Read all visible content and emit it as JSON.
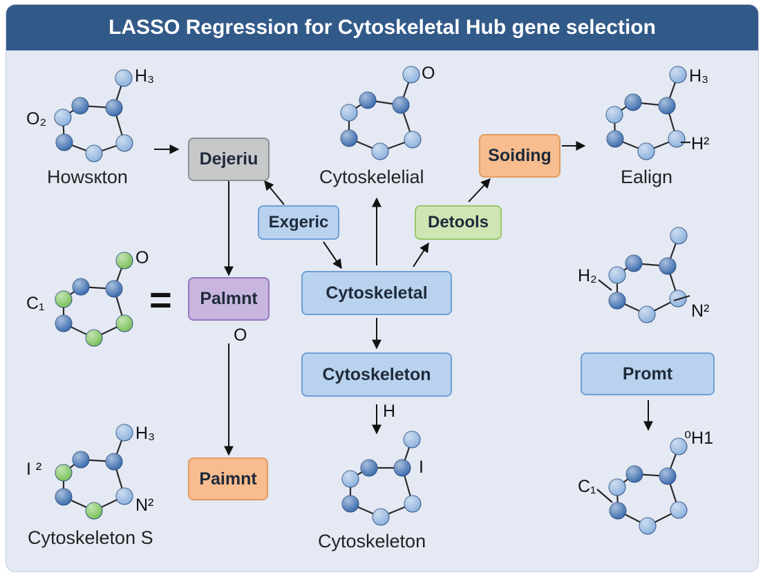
{
  "title": "LASSO Regression for Cytoskeletal Hub gene selection",
  "boxes": {
    "dejeriu": "Dejeriu",
    "exgeric": "Exgeric",
    "palmnt": "Palmnt",
    "paimnt": "Paimnt",
    "cytoskeletal": "Cytoskeletal",
    "cytoskeleton": "Cytoskeleton",
    "soiding": "Soiding",
    "detools": "Detools",
    "promt": "Promt"
  },
  "captions": {
    "howkton": "Howsкton",
    "cytoskelelial": "Cytoskelelial",
    "ealign": "Ealign",
    "cytoskeleton_s": "Cytoskeleton S",
    "cytoskeleton_bottom": "Cytoskeleton"
  },
  "atom_labels": {
    "m1_h3": "H₃",
    "m1_o2": "O₂",
    "m2_o": "O",
    "m3_h3": "H₃",
    "m3_h2": "H²",
    "m4_o": "O",
    "m4_c1": "C₁",
    "equals": "=",
    "m5_h2": "H₂",
    "m5_n2": "N²",
    "m6_h3": "H₃",
    "m6_i2": "I ²",
    "m6_n2": "N²",
    "m7_i": "I",
    "m8_oh1": "⁰H1",
    "m8_c1": "C₁",
    "palmnt_o": "O",
    "h_label": "H"
  },
  "colors": {
    "title_bar": "#325a89",
    "background": "#e4e9f3",
    "atom_blue": "#3f6fb0",
    "atom_light_blue": "#8fb3de",
    "atom_green": "#7cc25a"
  }
}
